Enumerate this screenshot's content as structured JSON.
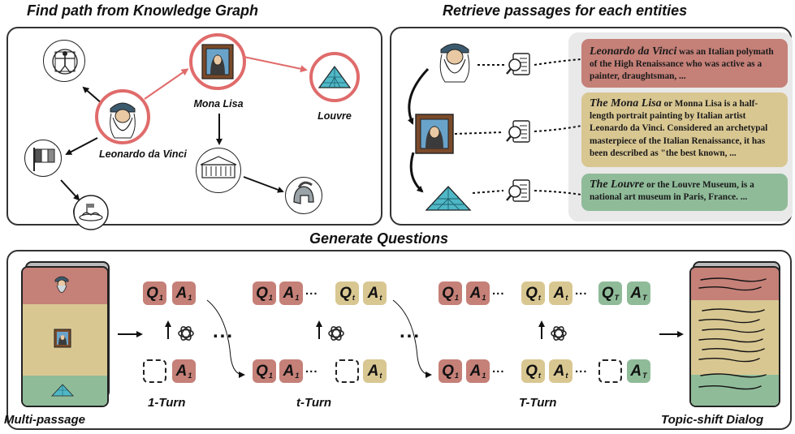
{
  "titles": {
    "kg": "Find path from Knowledge Graph",
    "retrieve": "Retrieve passages for each entities",
    "generate": "Generate Questions"
  },
  "kg_nodes": {
    "leonardo": "Leonardo da Vinci",
    "mona_lisa": "Mona Lisa",
    "louvre": "Louvre"
  },
  "passages": [
    {
      "lead": "Leonardo da Vinci",
      "text": " was an Italian polymath of the High Renaissance who was active as a painter, draughtsman, ...",
      "color": "#c58078"
    },
    {
      "lead": "The Mona Lisa",
      "text": " or Monna Lisa is a half-length portrait painting by Italian artist Leonardo da Vinci. Considered an archetypal masterpiece of the Italian Renaissance, it has been described as \"the best known, ...",
      "color": "#d9c792"
    },
    {
      "lead": "The Louvre",
      "text": " or the Louvre Museum, is a national art museum in Paris, France. ...",
      "color": "#8fbb99"
    }
  ],
  "generate": {
    "multi_passage": "Multi-passage",
    "topic_shift": "Topic-shift Dialog",
    "turn_1": "1-Turn",
    "turn_t": "t-Turn",
    "turn_T": "T-Turn",
    "q": "Q",
    "a": "A",
    "sub_1": "1",
    "sub_t": "t",
    "sub_T": "T",
    "ellipsis": "..."
  },
  "colors": {
    "red": "#c58078",
    "yellow": "#d9c792",
    "green": "#8fbb99",
    "highlight": "#e06b6b"
  }
}
